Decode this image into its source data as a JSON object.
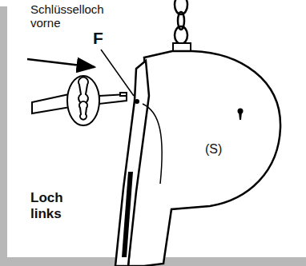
{
  "diagram": {
    "labels": [
      "Schlüsselloch vorne",
      "F",
      "Loch links",
      "(S)"
    ]
  }
}
